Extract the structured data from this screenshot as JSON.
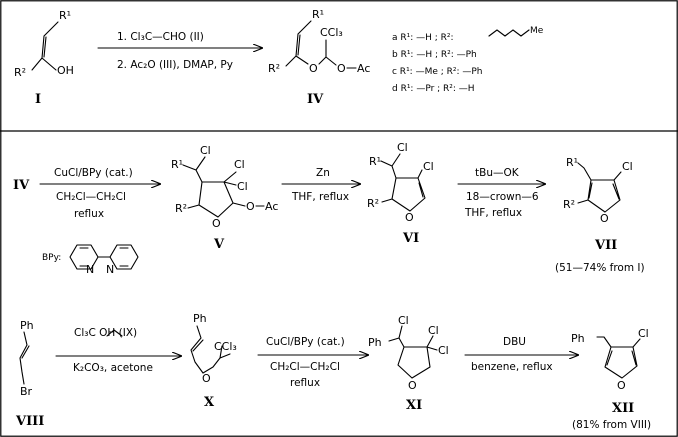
{
  "panel1": {
    "reagent_1": "1.  Cl₃C—CHO   (II)",
    "reagent_2": "2.  Ac₂O   (III), DMAP, Py",
    "label_start": "I",
    "label_product": "IV",
    "substituents": {
      "a": "a  R¹: —H ;  R²:",
      "a_tail": "Me",
      "b": "b  R¹: —H ;  R²: —Ph",
      "c": "c  R¹: —Me ;  R²: —Ph",
      "d": "d  R¹: —Pr ;  R²: —H"
    }
  },
  "panel2": {
    "start_label": "IV",
    "step1_above": "CuCl/BPy (cat.)",
    "step1_below_1": "CH₂Cl—CH₂Cl",
    "step1_below_2": "reflux",
    "step2_above": "Zn",
    "step2_below": "THF,  reflux",
    "step3_above": "tBu—OK",
    "step3_below_1": "18—crown—6",
    "step3_below_2": "THF,   reflux",
    "label_V": "V",
    "label_VI": "VI",
    "label_VII": "VII",
    "bpy_label": "BPy:",
    "yield": "(51—74% from I)"
  },
  "panel3": {
    "label_VIII": "VIII",
    "step1_above": "Cl₃C      OH   (IX)",
    "step1_below": "K₂CO₃,  acetone",
    "step2_above": "CuCl/BPy (cat.)",
    "step2_below_1": "CH₂Cl—CH₂Cl",
    "step2_below_2": "reflux",
    "step3_above": "DBU",
    "step3_below": "benzene,   reflux",
    "label_X": "X",
    "label_XI": "XI",
    "label_XII": "XII",
    "yield": "(81% from VIII)"
  },
  "atoms": {
    "R1": "R¹",
    "R2": "R²",
    "OH": "OH",
    "O": "O",
    "Ac": "Ac",
    "CCl3": "CCl₃",
    "Cl": "Cl",
    "Ph": "Ph",
    "Br": "Br",
    "N": "N"
  }
}
